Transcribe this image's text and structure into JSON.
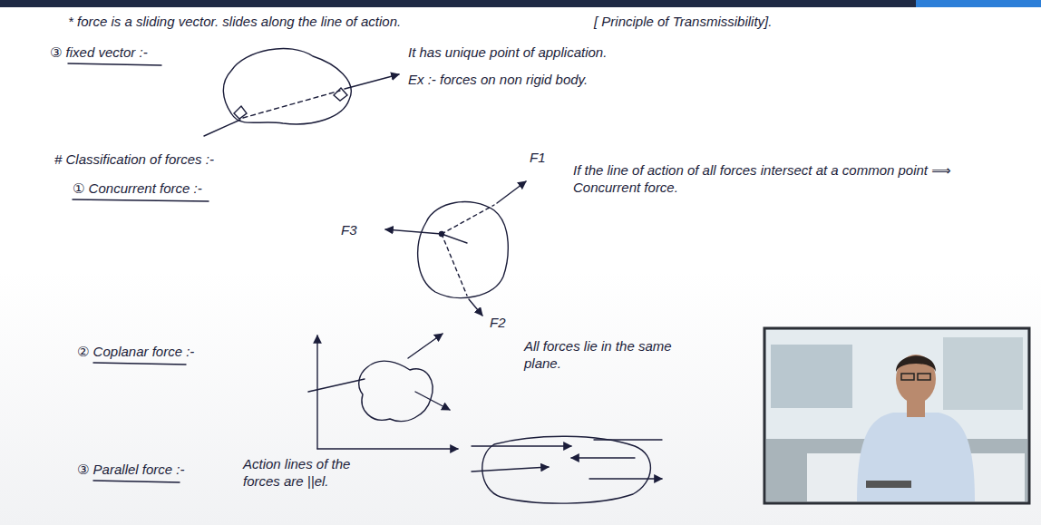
{
  "diagram": {
    "labels": [
      "* force is a sliding vector. slides along the line of action.",
      "[ Principle of Transmissibility].",
      "③ fixed vector :-",
      "It has unique point of application.",
      "Ex :- forces on non rigid body.",
      "# Classification of forces :-",
      "① Concurrent force :-",
      "F1",
      "F3",
      "F2",
      "If the line of action of all forces intersect at a common point ⟹ Concurrent force.",
      "② Coplanar force :-",
      "All forces lie in the same plane.",
      "③ Parallel force :-",
      "Action lines of the forces are ||el."
    ]
  }
}
